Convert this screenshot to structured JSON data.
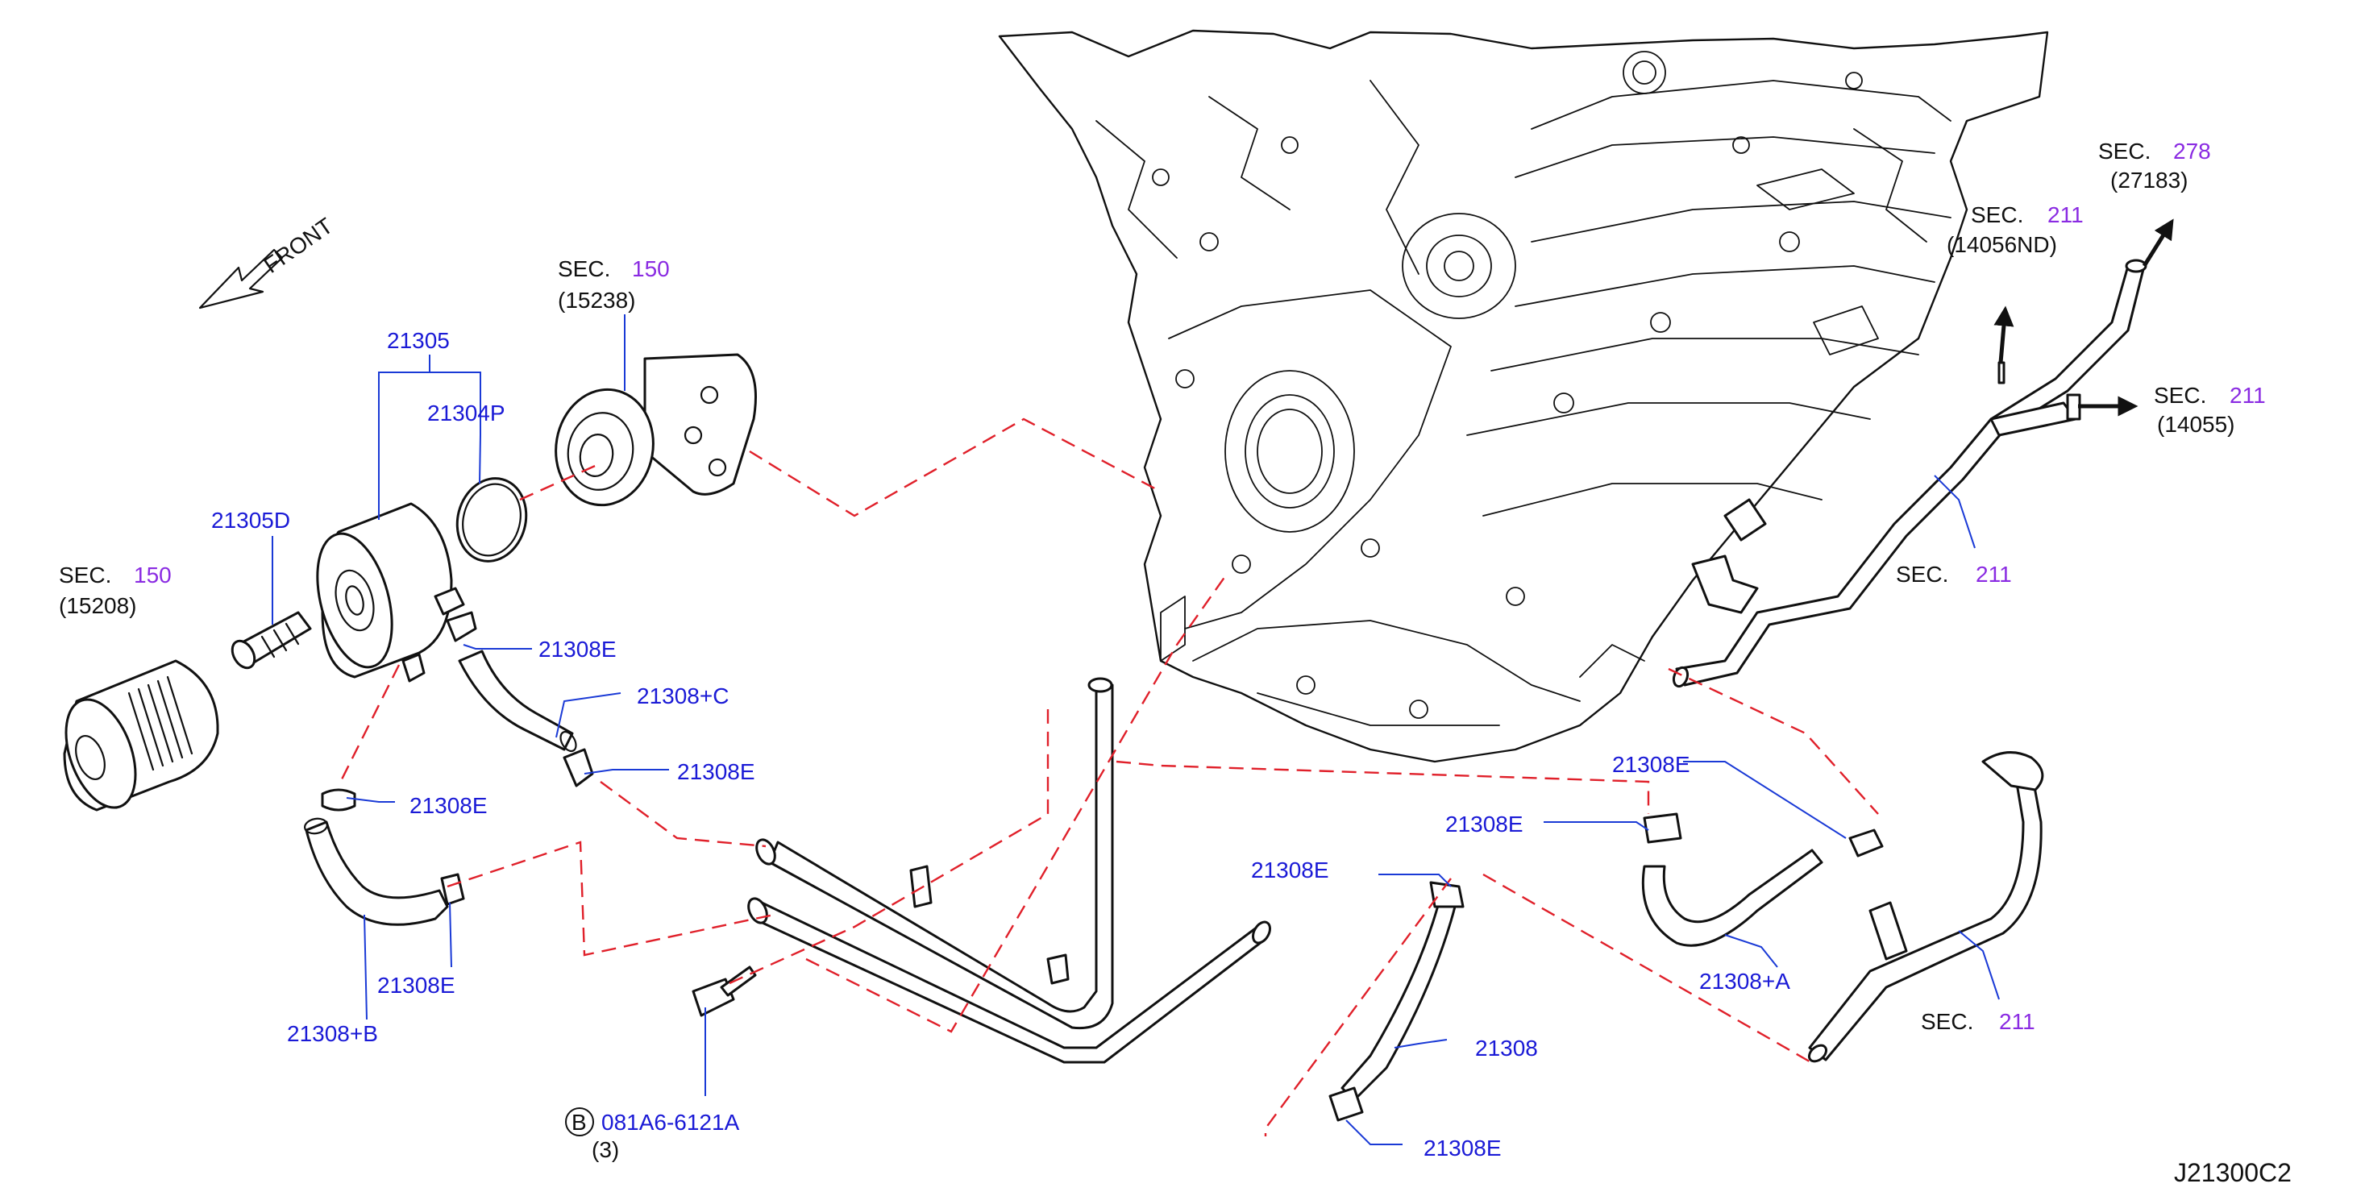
{
  "front_label": "FRONT",
  "drawing_id": "J21300C2",
  "sec_prefix": "SEC.",
  "callouts": {
    "sec150_top": {
      "num": "150",
      "ref": "(15238)"
    },
    "sec150_left": {
      "num": "150",
      "ref": "(15208)"
    },
    "sec278": {
      "num": "278",
      "ref": "(27183)"
    },
    "sec211_14056nd": {
      "num": "211",
      "ref": "(14056ND)"
    },
    "sec211_14055": {
      "num": "211",
      "ref": "(14055)"
    },
    "sec211_mid": {
      "num": "211"
    },
    "sec211_low": {
      "num": "211"
    }
  },
  "parts": {
    "p21305": "21305",
    "p21304p": "21304P",
    "p21305d": "21305D",
    "p21308e_a": "21308E",
    "p21308c": "21308+C",
    "p21308e_b": "21308E",
    "p21308e_c": "21308E",
    "p21308e_d": "21308E",
    "p21308b": "21308+B",
    "bolt": "081A6-6121A",
    "bolt_qty": "(3)",
    "bolt_marker": "B",
    "p21308e_e": "21308E",
    "p21308e_f": "21308E",
    "p21308e_g": "21308E",
    "p21308a": "21308+A",
    "p21308": "21308",
    "p21308e_h": "21308E"
  },
  "colors": {
    "part_number": "#1a1ad6",
    "section_number": "#8a2be2",
    "text": "#111111",
    "dashed_link": "#e0202a"
  }
}
